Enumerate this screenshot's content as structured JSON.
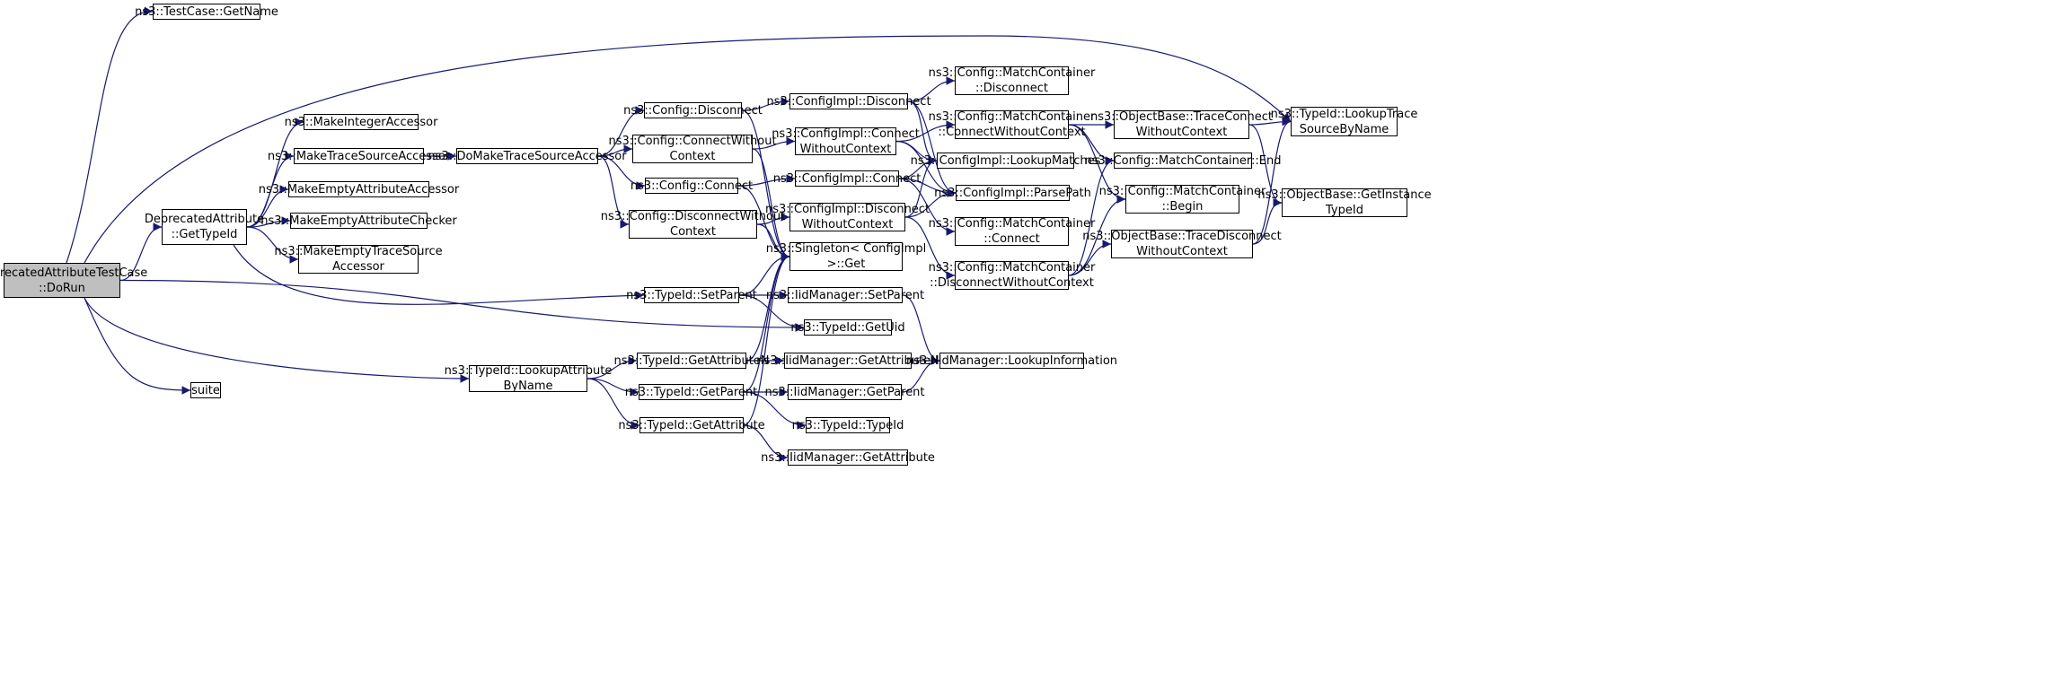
{
  "graph": {
    "root": "DoRun",
    "nodes": [
      {
        "id": "DoRun",
        "lines": [
          "DeprecatedAttributeTestCase",
          "::DoRun"
        ],
        "root": true
      },
      {
        "id": "GetName",
        "lines": [
          "ns3::TestCase::GetName"
        ]
      },
      {
        "id": "GetTypeId",
        "lines": [
          "DeprecatedAttribute",
          "::GetTypeId"
        ]
      },
      {
        "id": "suite",
        "lines": [
          "suite"
        ]
      },
      {
        "id": "MakeIntegerAccessor",
        "lines": [
          "ns3::MakeIntegerAccessor"
        ]
      },
      {
        "id": "MakeTraceSourceAccessor",
        "lines": [
          "ns3::MakeTraceSourceAccessor"
        ]
      },
      {
        "id": "MakeEmptyAttributeAccessor",
        "lines": [
          "ns3::MakeEmptyAttributeAccessor"
        ]
      },
      {
        "id": "MakeEmptyAttributeChecker",
        "lines": [
          "ns3::MakeEmptyAttributeChecker"
        ]
      },
      {
        "id": "MakeEmptyTraceSourceAccessor",
        "lines": [
          "ns3::MakeEmptyTraceSource",
          "Accessor"
        ]
      },
      {
        "id": "DoMakeTraceSourceAccessor",
        "lines": [
          "ns3::DoMakeTraceSourceAccessor"
        ]
      },
      {
        "id": "LookupAttributeByName",
        "lines": [
          "ns3::TypeId::LookupAttribute",
          "ByName"
        ]
      },
      {
        "id": "ConfigDisconnect",
        "lines": [
          "ns3::Config::Disconnect"
        ]
      },
      {
        "id": "ConfigConnectWithoutContext",
        "lines": [
          "ns3::Config::ConnectWithout",
          "Context"
        ]
      },
      {
        "id": "ConfigConnect",
        "lines": [
          "ns3::Config::Connect"
        ]
      },
      {
        "id": "ConfigDisconnectWithoutContext",
        "lines": [
          "ns3::Config::DisconnectWithout",
          "Context"
        ]
      },
      {
        "id": "SetParent",
        "lines": [
          "ns3::TypeId::SetParent"
        ]
      },
      {
        "id": "GetAttributeN",
        "lines": [
          "ns3::TypeId::GetAttributeN"
        ]
      },
      {
        "id": "GetParent",
        "lines": [
          "ns3::TypeId::GetParent"
        ]
      },
      {
        "id": "GetAttribute",
        "lines": [
          "ns3::TypeId::GetAttribute"
        ]
      },
      {
        "id": "ImplDisconnect",
        "lines": [
          "ns3::ConfigImpl::Disconnect"
        ]
      },
      {
        "id": "ImplConnectWithoutContext",
        "lines": [
          "ns3::ConfigImpl::Connect",
          "WithoutContext"
        ]
      },
      {
        "id": "ImplConnect",
        "lines": [
          "ns3::ConfigImpl::Connect"
        ]
      },
      {
        "id": "ImplDisconnectWithoutContext",
        "lines": [
          "ns3::ConfigImpl::Disconnect",
          "WithoutContext"
        ]
      },
      {
        "id": "SingletonGet",
        "lines": [
          "ns3::Singleton< ConfigImpl",
          ">::Get"
        ]
      },
      {
        "id": "IidSetParent",
        "lines": [
          "ns3::IidManager::SetParent"
        ]
      },
      {
        "id": "GetUid",
        "lines": [
          "ns3::TypeId::GetUid"
        ]
      },
      {
        "id": "IidGetAttributeN",
        "lines": [
          "ns3::IidManager::GetAttributeN"
        ]
      },
      {
        "id": "IidGetParent",
        "lines": [
          "ns3::IidManager::GetParent"
        ]
      },
      {
        "id": "TypeIdCtor",
        "lines": [
          "ns3::TypeId::TypeId"
        ]
      },
      {
        "id": "IidGetAttribute",
        "lines": [
          "ns3::IidManager::GetAttribute"
        ]
      },
      {
        "id": "MCDisconnect",
        "lines": [
          "ns3::Config::MatchContainer",
          "::Disconnect"
        ]
      },
      {
        "id": "MCConnectWithoutContext",
        "lines": [
          "ns3::Config::MatchContainer",
          "::ConnectWithoutContext"
        ]
      },
      {
        "id": "LookupMatches",
        "lines": [
          "ns3::ConfigImpl::LookupMatches"
        ]
      },
      {
        "id": "ParsePath",
        "lines": [
          "ns3::ConfigImpl::ParsePath"
        ]
      },
      {
        "id": "MCConnect",
        "lines": [
          "ns3::Config::MatchContainer",
          "::Connect"
        ]
      },
      {
        "id": "MCDisconnectWithoutContext",
        "lines": [
          "ns3::Config::MatchContainer",
          "::DisconnectWithoutContext"
        ]
      },
      {
        "id": "LookupInformation",
        "lines": [
          "ns3::IidManager::LookupInformation"
        ]
      },
      {
        "id": "TraceConnectWithoutContext",
        "lines": [
          "ns3::ObjectBase::TraceConnect",
          "WithoutContext"
        ]
      },
      {
        "id": "MCEnd",
        "lines": [
          "ns3::Config::MatchContainer::End"
        ]
      },
      {
        "id": "MCBegin",
        "lines": [
          "ns3::Config::MatchContainer",
          "::Begin"
        ]
      },
      {
        "id": "TraceDisconnectWithoutContext",
        "lines": [
          "ns3::ObjectBase::TraceDisconnect",
          "WithoutContext"
        ]
      },
      {
        "id": "LookupTraceSourceByName",
        "lines": [
          "ns3::TypeId::LookupTrace",
          "SourceByName"
        ]
      },
      {
        "id": "GetInstanceTypeId",
        "lines": [
          "ns3::ObjectBase::GetInstance",
          "TypeId"
        ]
      }
    ],
    "edges": [
      [
        "DoRun",
        "GetName"
      ],
      [
        "DoRun",
        "LookupTraceSourceByName"
      ],
      [
        "DoRun",
        "GetTypeId"
      ],
      [
        "DoRun",
        "GetUid"
      ],
      [
        "DoRun",
        "LookupAttributeByName"
      ],
      [
        "DoRun",
        "suite"
      ],
      [
        "GetTypeId",
        "MakeIntegerAccessor"
      ],
      [
        "GetTypeId",
        "MakeTraceSourceAccessor"
      ],
      [
        "GetTypeId",
        "MakeEmptyAttributeAccessor"
      ],
      [
        "GetTypeId",
        "MakeEmptyAttributeChecker"
      ],
      [
        "GetTypeId",
        "MakeEmptyTraceSourceAccessor"
      ],
      [
        "GetTypeId",
        "SetParent"
      ],
      [
        "MakeTraceSourceAccessor",
        "DoMakeTraceSourceAccessor"
      ],
      [
        "DoMakeTraceSourceAccessor",
        "ConfigDisconnect"
      ],
      [
        "DoMakeTraceSourceAccessor",
        "ConfigConnectWithoutContext"
      ],
      [
        "DoMakeTraceSourceAccessor",
        "ConfigConnect"
      ],
      [
        "DoMakeTraceSourceAccessor",
        "ConfigDisconnectWithoutContext"
      ],
      [
        "ConfigDisconnect",
        "ImplDisconnect"
      ],
      [
        "ConfigDisconnect",
        "SingletonGet"
      ],
      [
        "ConfigConnectWithoutContext",
        "ImplConnectWithoutContext"
      ],
      [
        "ConfigConnectWithoutContext",
        "SingletonGet"
      ],
      [
        "ConfigConnect",
        "ImplConnect"
      ],
      [
        "ConfigConnect",
        "SingletonGet"
      ],
      [
        "ConfigDisconnectWithoutContext",
        "ImplDisconnectWithoutContext"
      ],
      [
        "ConfigDisconnectWithoutContext",
        "SingletonGet"
      ],
      [
        "SetParent",
        "SingletonGet"
      ],
      [
        "SetParent",
        "IidSetParent"
      ],
      [
        "SetParent",
        "GetUid"
      ],
      [
        "LookupAttributeByName",
        "GetAttributeN"
      ],
      [
        "LookupAttributeByName",
        "GetParent"
      ],
      [
        "LookupAttributeByName",
        "GetAttribute"
      ],
      [
        "GetAttributeN",
        "SingletonGet"
      ],
      [
        "GetAttributeN",
        "IidGetAttributeN"
      ],
      [
        "GetParent",
        "SingletonGet"
      ],
      [
        "GetParent",
        "IidGetParent"
      ],
      [
        "GetParent",
        "TypeIdCtor"
      ],
      [
        "GetAttribute",
        "SingletonGet"
      ],
      [
        "GetAttribute",
        "IidGetAttribute"
      ],
      [
        "ImplDisconnect",
        "MCDisconnect"
      ],
      [
        "ImplDisconnect",
        "LookupMatches"
      ],
      [
        "ImplDisconnect",
        "ParsePath"
      ],
      [
        "ImplConnectWithoutContext",
        "MCConnectWithoutContext"
      ],
      [
        "ImplConnectWithoutContext",
        "LookupMatches"
      ],
      [
        "ImplConnectWithoutContext",
        "ParsePath"
      ],
      [
        "ImplConnect",
        "LookupMatches"
      ],
      [
        "ImplConnect",
        "ParsePath"
      ],
      [
        "ImplConnect",
        "MCConnect"
      ],
      [
        "ImplDisconnectWithoutContext",
        "LookupMatches"
      ],
      [
        "ImplDisconnectWithoutContext",
        "ParsePath"
      ],
      [
        "ImplDisconnectWithoutContext",
        "MCDisconnectWithoutContext"
      ],
      [
        "IidSetParent",
        "LookupInformation"
      ],
      [
        "IidGetAttributeN",
        "LookupInformation"
      ],
      [
        "IidGetParent",
        "LookupInformation"
      ],
      [
        "MCConnectWithoutContext",
        "TraceConnectWithoutContext"
      ],
      [
        "MCConnectWithoutContext",
        "MCEnd"
      ],
      [
        "MCConnectWithoutContext",
        "MCBegin"
      ],
      [
        "MCDisconnectWithoutContext",
        "MCEnd"
      ],
      [
        "MCDisconnectWithoutContext",
        "MCBegin"
      ],
      [
        "MCDisconnectWithoutContext",
        "TraceDisconnectWithoutContext"
      ],
      [
        "TraceConnectWithoutContext",
        "LookupTraceSourceByName"
      ],
      [
        "TraceConnectWithoutContext",
        "GetInstanceTypeId"
      ],
      [
        "TraceDisconnectWithoutContext",
        "LookupTraceSourceByName"
      ],
      [
        "TraceDisconnectWithoutContext",
        "GetInstanceTypeId"
      ]
    ]
  },
  "colors": {
    "edge": "#191970",
    "node_border": "#000000",
    "root_fill": "#bfbfbf",
    "node_fill": "#ffffff"
  }
}
